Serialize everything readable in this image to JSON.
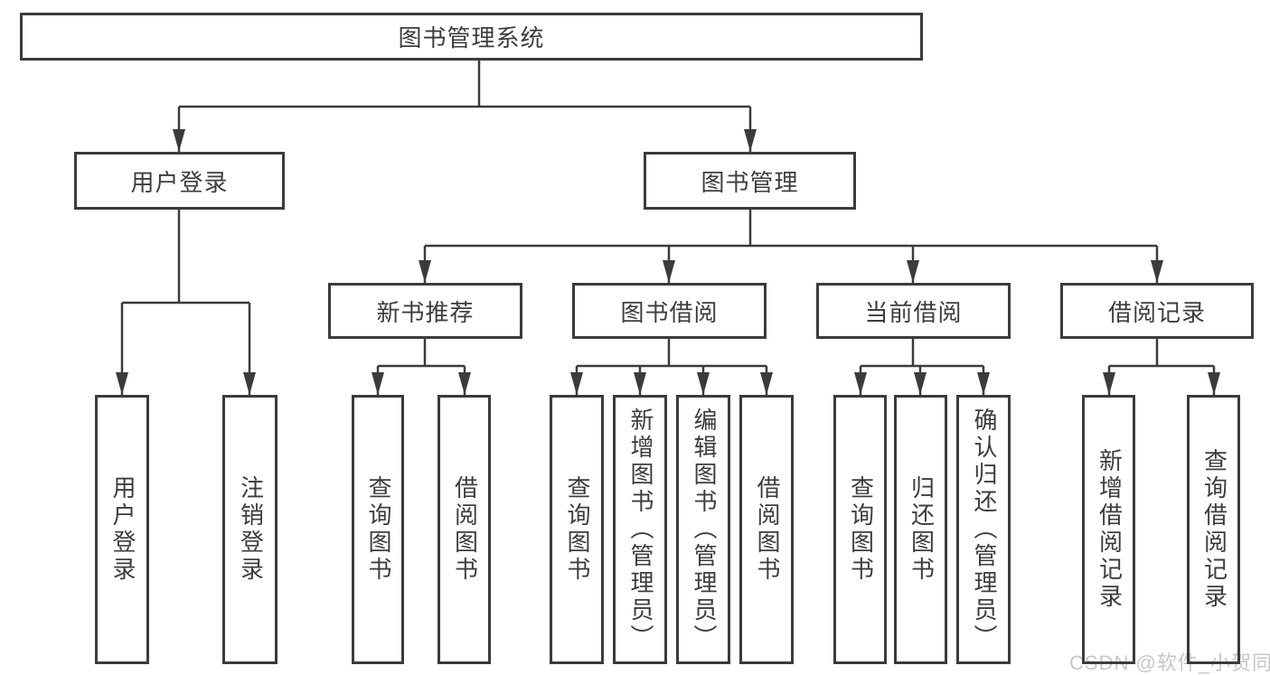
{
  "watermark": {
    "text": "CSDN @软件_小贺同学",
    "color": "#c7c7c7"
  },
  "colors": {
    "line": "#3b3b3b",
    "text": "#3d3d3d",
    "background": "#ffffff"
  },
  "tree": {
    "label": "图书管理系统",
    "children": [
      {
        "label": "用户登录",
        "children": [
          {
            "label": "用户登录"
          },
          {
            "label": "注销登录"
          }
        ]
      },
      {
        "label": "图书管理",
        "children": [
          {
            "label": "新书推荐",
            "children": [
              {
                "label": "查询图书"
              },
              {
                "label": "借阅图书"
              }
            ]
          },
          {
            "label": "图书借阅",
            "children": [
              {
                "label": "查询图书"
              },
              {
                "label": "新增图书（管理员）"
              },
              {
                "label": "编辑图书（管理员）"
              },
              {
                "label": "借阅图书"
              }
            ]
          },
          {
            "label": "当前借阅",
            "children": [
              {
                "label": "查询图书"
              },
              {
                "label": "归还图书"
              },
              {
                "label": "确认归还（管理员）"
              }
            ]
          },
          {
            "label": "借阅记录",
            "children": [
              {
                "label": "新增借阅记录"
              },
              {
                "label": "查询借阅记录"
              }
            ]
          }
        ]
      }
    ]
  }
}
